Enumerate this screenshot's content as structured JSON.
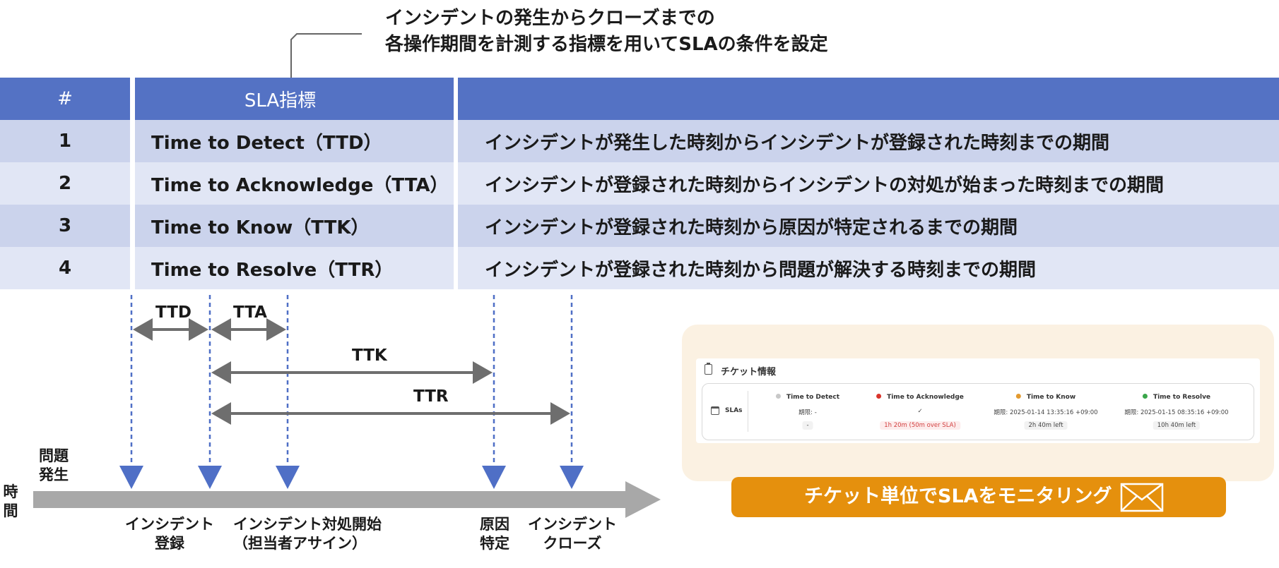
{
  "callout": {
    "line1": "インシデントの発生からクローズまでの",
    "line2": "各操作期間を計測する指標を用いてSLAの条件を設定"
  },
  "table": {
    "headers": [
      "#",
      "SLA指標",
      ""
    ],
    "rows": [
      {
        "num": "1",
        "name": "Time to Detect（TTD）",
        "desc": "インシデントが発生した時刻からインシデントが登録された時刻までの期間"
      },
      {
        "num": "2",
        "name": "Time to Acknowledge（TTA）",
        "desc": "インシデントが登録された時刻からインシデントの対処が始まった時刻までの期間"
      },
      {
        "num": "3",
        "name": "Time to Know（TTK）",
        "desc": "インシデントが登録された時刻から原因が特定されるまでの期間"
      },
      {
        "num": "4",
        "name": "Time to Resolve（TTR）",
        "desc": "インシデントが登録された時刻から問題が解決する時刻までの期間"
      }
    ]
  },
  "timeline": {
    "axis_label": "時間",
    "metrics": {
      "ttd": "TTD",
      "tta": "TTA",
      "ttk": "TTK",
      "ttr": "TTR"
    },
    "events": {
      "occurrence": "問題\n発生",
      "registered": "インシデント\n登録",
      "response_start": "インシデント対処開始\n（担当者アサイン）",
      "cause": "原因\n特定",
      "closed": "インシデント\nクローズ"
    }
  },
  "ticket": {
    "title": "チケット情報",
    "slas_label": "SLAs",
    "columns": [
      {
        "name": "Time to Detect",
        "dot_color": "#c8c8c8",
        "due": "期限: -",
        "status": "-",
        "over": false
      },
      {
        "name": "Time to Acknowledge",
        "dot_color": "#d9342b",
        "due": "✓",
        "status": "1h 20m (50m over SLA)",
        "over": true
      },
      {
        "name": "Time to Know",
        "dot_color": "#e39a2f",
        "due": "期限: 2025-01-14 13:35:16 +09:00",
        "status": "2h 40m left",
        "over": false
      },
      {
        "name": "Time to Resolve",
        "dot_color": "#3aa64a",
        "due": "期限: 2025-01-15 08:35:16 +09:00",
        "status": "10h 40m left",
        "over": false
      }
    ]
  },
  "banner": {
    "label": "チケット単位でSLAをモニタリング",
    "icon": "mail-icon"
  },
  "colors": {
    "header_blue": "#5472c4",
    "row_dark": "#cbd3ec",
    "row_light": "#e1e6f5",
    "marker_blue": "#4f6fc6",
    "arrow_gray": "#6e6e6e",
    "axis_gray": "#a8a8a8",
    "banner_orange": "#e5900d",
    "panel_bg": "#fbf1e2"
  }
}
